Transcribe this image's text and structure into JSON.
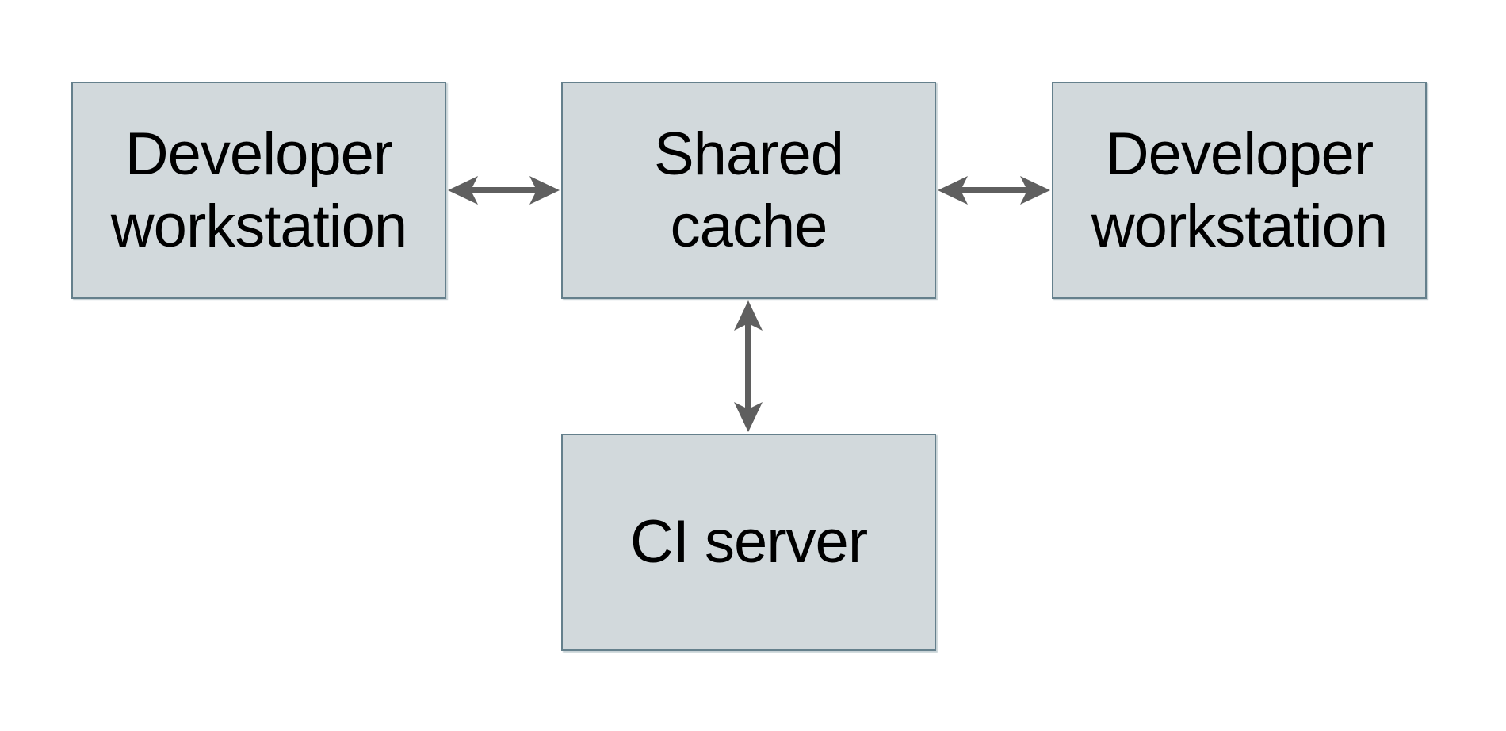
{
  "diagram": {
    "type": "architecture-diagram",
    "background_color": "#ffffff",
    "nodes": [
      {
        "id": "developer-workstation-left",
        "label": "Developer workstation",
        "line1": "Developer",
        "line2": "workstation"
      },
      {
        "id": "shared-cache",
        "label": "Shared cache",
        "line1": "Shared",
        "line2": "cache"
      },
      {
        "id": "developer-workstation-right",
        "label": "Developer workstation",
        "line1": "Developer",
        "line2": "workstation"
      },
      {
        "id": "ci-server",
        "label": "CI server",
        "line1": "CI server",
        "line2": ""
      }
    ],
    "connections": [
      {
        "from": "developer-workstation-left",
        "to": "shared-cache",
        "direction": "bidirectional",
        "orientation": "horizontal"
      },
      {
        "from": "developer-workstation-right",
        "to": "shared-cache",
        "direction": "bidirectional",
        "orientation": "horizontal"
      },
      {
        "from": "ci-server",
        "to": "shared-cache",
        "direction": "bidirectional",
        "orientation": "vertical"
      }
    ]
  },
  "colors": {
    "background": "#ffffff",
    "box_fill": "#d2d9dc",
    "box_border": "#65808c",
    "arrow": "#5f5f5f",
    "text": "#000000"
  }
}
